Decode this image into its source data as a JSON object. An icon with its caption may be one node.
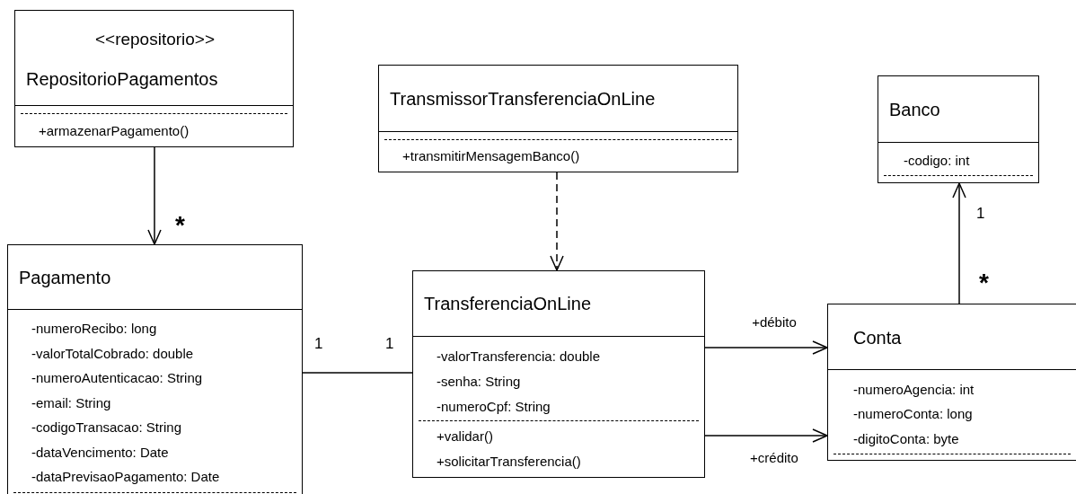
{
  "diagram": {
    "nodes": [
      {
        "text": [
          "<<repositorio>>",
          "RepositorioPagamentos",
          "+armazenarPagamento()"
        ]
      },
      {
        "text": [
          "TransmissorTransferenciaOnLine",
          "+transmitirMensagemBanco()"
        ]
      },
      {
        "text": [
          "Banco",
          "-codigo: int"
        ]
      },
      {
        "text": [
          "Pagamento",
          "-numeroRecibo: long",
          "-valorTotalCobrado: double",
          "-numeroAutenticacao: String",
          "-email: String",
          "-codigoTransacao: String",
          "-dataVencimento: Date",
          "-dataPrevisaoPagamento: Date"
        ]
      },
      {
        "text": [
          "TransferenciaOnLine",
          "-valorTransferencia: double",
          "-senha: String",
          "-numeroCpf: String",
          "+validar()",
          "+solicitarTransferencia()"
        ]
      },
      {
        "text": [
          "Conta",
          "-numeroAgencia: int",
          "-numeroConta: long",
          "-digitoConta: byte"
        ]
      }
    ],
    "edges": [
      {
        "from": 0,
        "to": 3,
        "arrow": "to"
      },
      {
        "from": 1,
        "to": 4,
        "arrow": "to",
        "style": "dashed"
      },
      {
        "from": 3,
        "to": 4,
        "arrow": "none"
      },
      {
        "from": 4,
        "to": 5,
        "arrow": "to",
        "label": "+débito"
      },
      {
        "from": 4,
        "to": 5,
        "arrow": "to",
        "label": "+crédito"
      },
      {
        "from": 5,
        "to": 2,
        "arrow": "to"
      }
    ],
    "labels": [
      "*",
      "1",
      "*",
      "1",
      "1"
    ]
  }
}
